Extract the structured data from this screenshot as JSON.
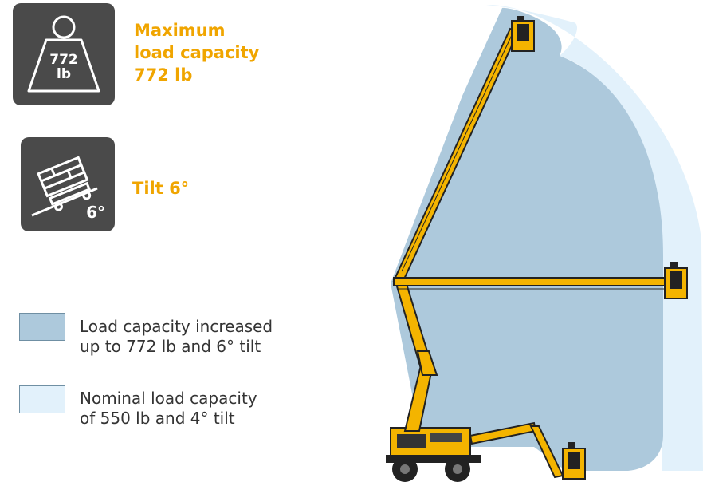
{
  "capacity_icon": {
    "line1": "772",
    "line2": "lb",
    "name": "weight-icon"
  },
  "capacity_text": {
    "line1": "Maximum",
    "line2": "load capacity",
    "line3": "772 lb"
  },
  "tilt_icon": {
    "angle": "6°",
    "name": "tilted-platform-icon"
  },
  "tilt_text": {
    "label": "Tilt 6°"
  },
  "legend": {
    "increased": {
      "line1": "Load capacity increased",
      "line2": "up to 772 lb and 6° tilt",
      "color": "#adc9dc"
    },
    "nominal": {
      "line1": "Nominal load capacity",
      "line2": "of 550 lb and 4° tilt",
      "color": "#e2f1fb"
    }
  },
  "colors": {
    "accent": "#f0a500",
    "boom": "#f4b400",
    "icon_bg": "#4a4a4a"
  }
}
